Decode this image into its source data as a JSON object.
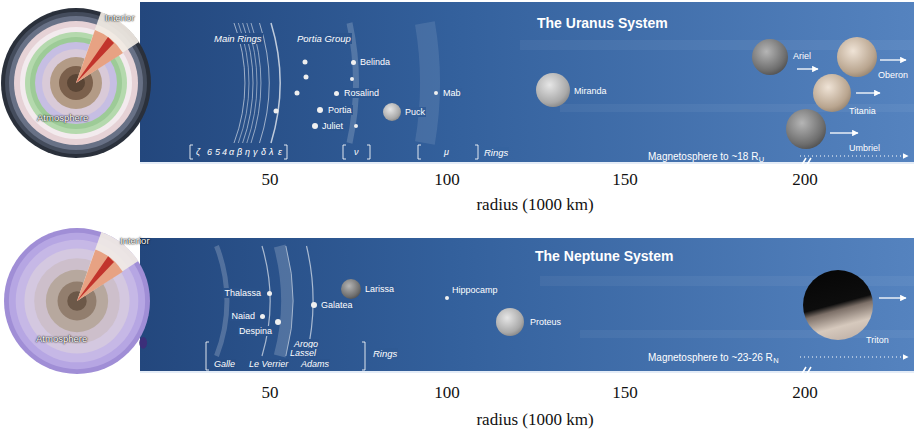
{
  "diagram": {
    "nodes": [
      {
        "text": [
          "Interior",
          "Atmosphere"
        ]
      },
      {
        "text": [
          "Belinda"
        ]
      },
      {
        "text": [
          "Rosalind"
        ]
      },
      {
        "text": [
          "Portia"
        ]
      },
      {
        "text": [
          "Juliet"
        ]
      },
      {
        "text": [
          "Puck"
        ]
      },
      {
        "text": [
          "Mab"
        ]
      },
      {
        "text": [
          "Miranda"
        ]
      },
      {
        "text": [
          "Ariel"
        ]
      },
      {
        "text": [
          "Oberon"
        ]
      },
      {
        "text": [
          "Titania"
        ]
      },
      {
        "text": [
          "Umbriel"
        ]
      },
      {
        "text": [
          "Interior",
          "Atmosphere"
        ]
      },
      {
        "text": [
          "Thalassa"
        ]
      },
      {
        "text": [
          "Naiad"
        ]
      },
      {
        "text": [
          "Despina"
        ]
      },
      {
        "text": [
          "Galatea"
        ]
      },
      {
        "text": [
          "Larissa"
        ]
      },
      {
        "text": [
          "Hippocamp"
        ]
      },
      {
        "text": [
          "Proteus"
        ]
      },
      {
        "text": [
          "Triton"
        ]
      }
    ],
    "labels": [
      "Main Rings",
      "Portia Group",
      "The Uranus System",
      "ζ",
      "6",
      "5",
      "4",
      "α",
      "β",
      "η",
      "γ",
      "δ",
      "λ",
      "ε",
      "ν",
      "μ",
      "Rings",
      "Magnetosphere to ~18 R",
      "U",
      "50",
      "100",
      "150",
      "200",
      "radius (1000 km)",
      "The Neptune System",
      "Arogo",
      "Lassel",
      "Galle",
      "Le Verrier",
      "Adams",
      "Rings",
      "Magnetosphere to ~23-26 R",
      "N",
      "50",
      "100",
      "150",
      "200",
      "radius (1000 km)"
    ]
  }
}
